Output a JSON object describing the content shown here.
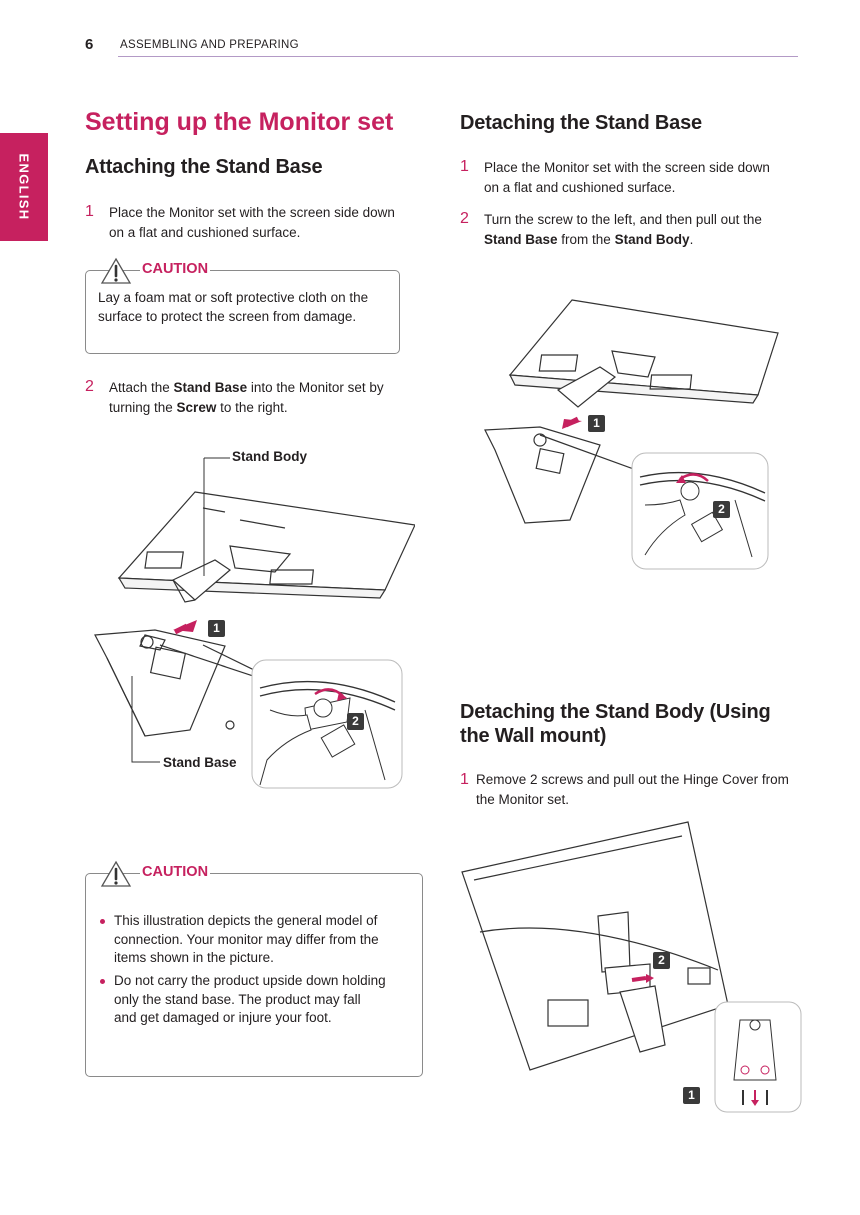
{
  "header": {
    "page_number": "6",
    "running_title": "ASSEMBLING AND PREPARING"
  },
  "side_tab": {
    "label": "ENGLISH"
  },
  "title": "Setting up the Monitor set",
  "attaching": {
    "heading": "Attaching the Stand Base",
    "step1": {
      "num": "1",
      "text": "Place the Monitor set with the screen side down on a flat and cushioned surface."
    },
    "caution": {
      "title": "CAUTION",
      "text": "Lay a foam mat or soft protective cloth on the surface to protect the screen from damage."
    },
    "step2": {
      "num": "2",
      "pre": "Attach the ",
      "bold1": "Stand Base",
      "mid": " into the Monitor set by turning the ",
      "bold2": "Screw",
      "post": " to the right."
    },
    "figure": {
      "label_body": "Stand Body",
      "label_base": "Stand Base",
      "badge1": "1",
      "badge2": "2"
    }
  },
  "caution2": {
    "title": "CAUTION",
    "bullets": [
      "This illustration depicts the general model of connection. Your monitor may differ from the items shown in the picture.",
      "Do not carry the product upside down holding only the stand base. The product may fall and get damaged or injure your foot."
    ]
  },
  "detaching_base": {
    "heading": "Detaching the Stand Base",
    "step1": {
      "num": "1",
      "text": "Place the Monitor set with the screen side down on a flat and cushioned surface."
    },
    "step2": {
      "num": "2",
      "pre": "Turn the screw to the left, and then pull out the ",
      "bold1": "Stand Base",
      "mid": " from the ",
      "bold2": "Stand Body",
      "post": "."
    },
    "figure": {
      "badge1": "1",
      "badge2": "2"
    }
  },
  "detaching_body": {
    "heading_line1": "Detaching the Stand Body (Using",
    "heading_line2": "the Wall mount)",
    "step1": {
      "num": "1",
      "text": "Remove 2 screws and pull out the Hinge Cover from the Monitor set."
    },
    "figure": {
      "badge1": "1",
      "badge2": "2"
    }
  },
  "colors": {
    "accent": "#c6215f",
    "text": "#231f20",
    "rule": "#b39ac6"
  }
}
